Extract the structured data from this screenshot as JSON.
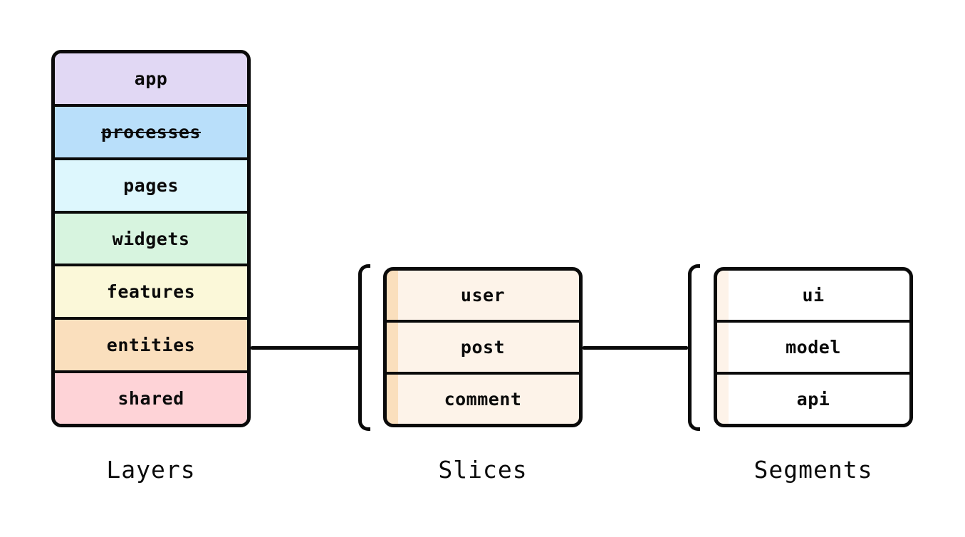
{
  "diagram": {
    "background": "#ffffff",
    "stroke_color": "#0a0a0a",
    "layers": {
      "caption": "Layers",
      "items": [
        {
          "label": "app",
          "color": "#e1d8f4",
          "strikethrough": false
        },
        {
          "label": "processes",
          "color": "#b9dffa",
          "strikethrough": true
        },
        {
          "label": "pages",
          "color": "#ddf7fd",
          "strikethrough": false
        },
        {
          "label": "widgets",
          "color": "#d7f4df",
          "strikethrough": false
        },
        {
          "label": "features",
          "color": "#fbf8d9",
          "strikethrough": false
        },
        {
          "label": "entities",
          "color": "#fadfbd",
          "strikethrough": false
        },
        {
          "label": "shared",
          "color": "#fed3d7",
          "strikethrough": false
        }
      ]
    },
    "slices": {
      "caption": "Slices",
      "fill": "#fdf3e9",
      "stripe": "#fadfbd",
      "items": [
        {
          "label": "user"
        },
        {
          "label": "post"
        },
        {
          "label": "comment"
        }
      ]
    },
    "segments": {
      "caption": "Segments",
      "fill": "#ffffff",
      "stripe": "#fdf3e9",
      "items": [
        {
          "label": "ui"
        },
        {
          "label": "model"
        },
        {
          "label": "api"
        }
      ]
    }
  }
}
